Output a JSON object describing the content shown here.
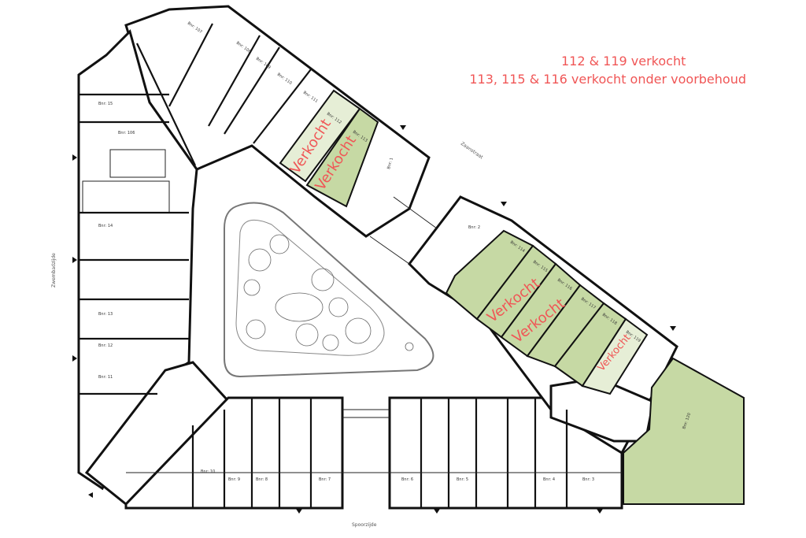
{
  "legend": {
    "line1": "112 & 119 verkocht",
    "line2": "113, 115 & 116 verkocht onder voorbehoud"
  },
  "colors": {
    "sold_text": "#f05656",
    "sold_fill": "#c6d9a4",
    "reserved_fill": "#e6eed6"
  },
  "streets": {
    "north_east": "Zaanstraat",
    "south": "Spoorzijde",
    "west": "Zwembadzijde"
  },
  "sold_label": "Verkocht",
  "units": {
    "u107": "Bnr: 107",
    "u108": "Bnr: 108",
    "u109": "Bnr: 109",
    "u110": "Bnr: 110",
    "u111": "Bnr: 111",
    "u112": "Bnr: 112",
    "u113": "Bnr: 113",
    "u114": "Bnr: 114",
    "u115": "Bnr: 115",
    "u116": "Bnr: 116",
    "u117": "Bnr: 117",
    "u118": "Bnr: 118",
    "u119": "Bnr: 119",
    "u120": "Bnr: 120",
    "u1": "Bnr: 1",
    "u2": "Bnr: 2",
    "u3": "Bnr: 3",
    "u4": "Bnr: 4",
    "u5": "Bnr: 5",
    "u6": "Bnr: 6",
    "u7": "Bnr: 7",
    "u8": "Bnr: 8",
    "u9": "Bnr: 9",
    "u10": "Bnr: 10",
    "u11": "Bnr: 11",
    "u12": "Bnr: 12",
    "u13": "Bnr: 13",
    "u14": "Bnr: 14",
    "u15": "Bnr: 15",
    "u106": "Bnr: 106"
  }
}
